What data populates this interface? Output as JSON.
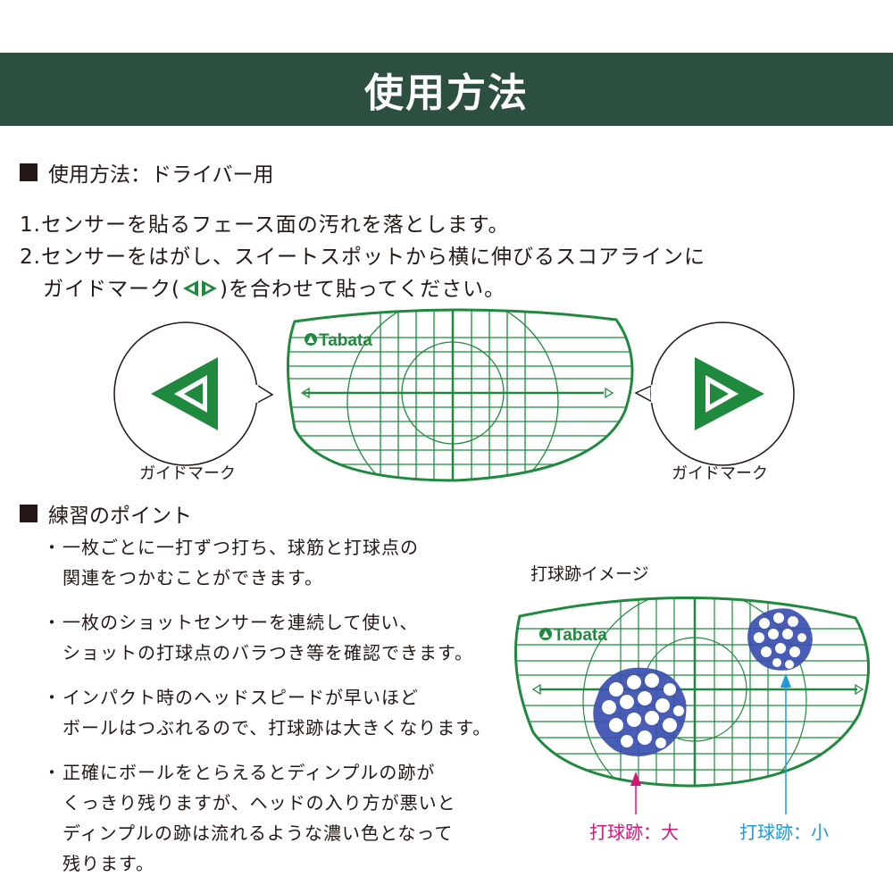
{
  "banner": {
    "title": "使用方法"
  },
  "section1": {
    "heading": "使用方法：ドライバー用",
    "step1": "1.センサーを貼るフェース面の汚れを落とします。",
    "step2_line1": "2.センサーをはがし、スイートスポットから横に伸びるスコアラインに",
    "step2_line2_pre": "ガイドマーク(",
    "step2_line2_post": ")を合わせて貼ってください。"
  },
  "diagram": {
    "logo": "Tabata",
    "guide_left_caption": "ガイドマーク",
    "guide_right_caption": "ガイドマーク"
  },
  "section2": {
    "heading": "練習のポイント",
    "bullets": [
      {
        "marker": "・",
        "line1": "一枚ごとに一打ずつ打ち、球筋と打球点の",
        "line2": "関連をつかむことができます。"
      },
      {
        "marker": "・",
        "line1": "一枚のショットセンサーを連続して使い、",
        "line2": "ショットの打球点のバラつき等を確認できます。"
      },
      {
        "marker": "・",
        "line1": "インパクト時のヘッドスピードが早いほど",
        "line2": "ボールはつぶれるので、打球跡は大きくなります。"
      },
      {
        "marker": "・",
        "line1": "正確にボールをとらえるとディンプルの跡が",
        "line2": "くっきり残りますが、ヘッドの入り方が悪いと",
        "line3": "ディンプルの跡は流れるような濃い色となって",
        "line4": "残ります。"
      }
    ]
  },
  "impact_image": {
    "title": "打球跡イメージ",
    "logo": "Tabata",
    "label_large": "打球跡：大",
    "label_small": "打球跡：小"
  },
  "colors": {
    "banner": "#2c4f3f",
    "sensor_green": "#1f8a3e",
    "mark_blue": "#3a4fb0",
    "label_magenta": "#d4157a",
    "label_cyan": "#1e9bd7"
  }
}
